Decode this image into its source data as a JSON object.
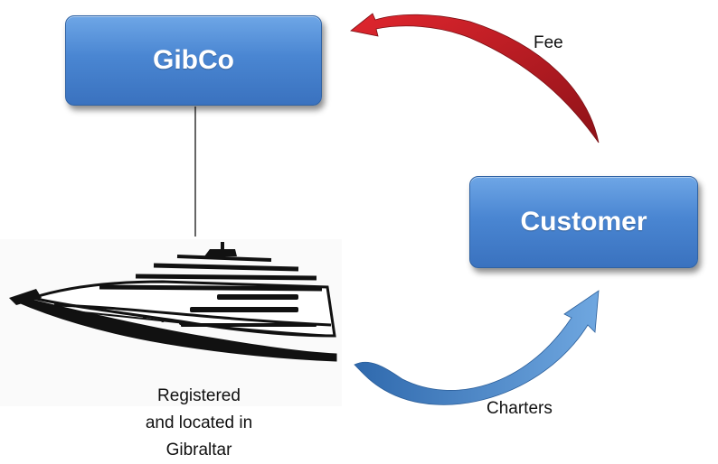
{
  "entities": {
    "gibco": "GibCo",
    "customer": "Customer"
  },
  "arrows": {
    "fee": "Fee",
    "charters": "Charters"
  },
  "ship": {
    "caption_line1": "Registered",
    "caption_line2": "and located in",
    "caption_line3": "Gibraltar"
  },
  "colors": {
    "box_fill": "#4a86d2",
    "box_border": "#2f62a3",
    "fee_arrow": "#b01c22",
    "charters_arrow": "#3f7fc2",
    "connector": "#000000",
    "ship": "#111111"
  }
}
